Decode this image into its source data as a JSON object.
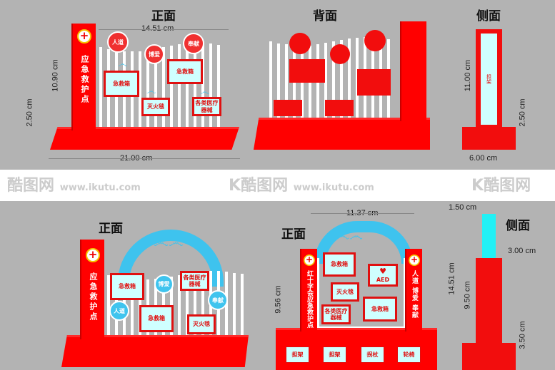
{
  "top": {
    "front": {
      "title": "正面",
      "width_dim": "14.51 cm",
      "height_dim": "10.90 cm",
      "base_dim": "2.50 cm",
      "total_width": "21.00 cm",
      "post_text": "应急救护点",
      "circles": [
        "人道",
        "博爱",
        "奉献"
      ],
      "boxes": [
        "急救箱",
        "急救箱",
        "灭火毯",
        "各类医疗器械"
      ]
    },
    "back": {
      "title": "背面"
    },
    "side": {
      "title": "侧面",
      "height_dim": "11.00 cm",
      "base_dim": "2.50 cm",
      "width_dim": "6.00 cm",
      "panel_label": "担架"
    }
  },
  "watermark": {
    "brand": "酷图网",
    "url": "www.ikutu.com"
  },
  "bottom": {
    "front1": {
      "title": "正面",
      "post_text": "应急救护点",
      "circles": [
        "博爱",
        "人道",
        "奉献"
      ],
      "boxes": [
        "急救箱",
        "急救箱",
        "各类医疗器械",
        "灭火毯"
      ]
    },
    "front2": {
      "title": "正面",
      "width_dim": "11.37 cm",
      "height_dim": "9.56 cm",
      "left_post": "红十字会应急救护点",
      "right_post": "人道 博爱 奉献",
      "boxes": [
        "急救箱",
        "AED",
        "灭火毯",
        "急救箱",
        "各类医疗器械"
      ],
      "drawers": [
        "担架",
        "担架",
        "拐杖",
        "轮椅"
      ]
    },
    "side": {
      "title": "侧面",
      "top_dim": "1.50 cm",
      "width_dim": "3.00 cm",
      "total_height": "14.51 cm",
      "body_height": "9.50 cm",
      "base_dim": "3.50 cm"
    }
  },
  "colors": {
    "red": "#f20d0d",
    "cyan": "#3ec3ee",
    "panel": "#cfffff",
    "background": "#b3b3b3"
  }
}
